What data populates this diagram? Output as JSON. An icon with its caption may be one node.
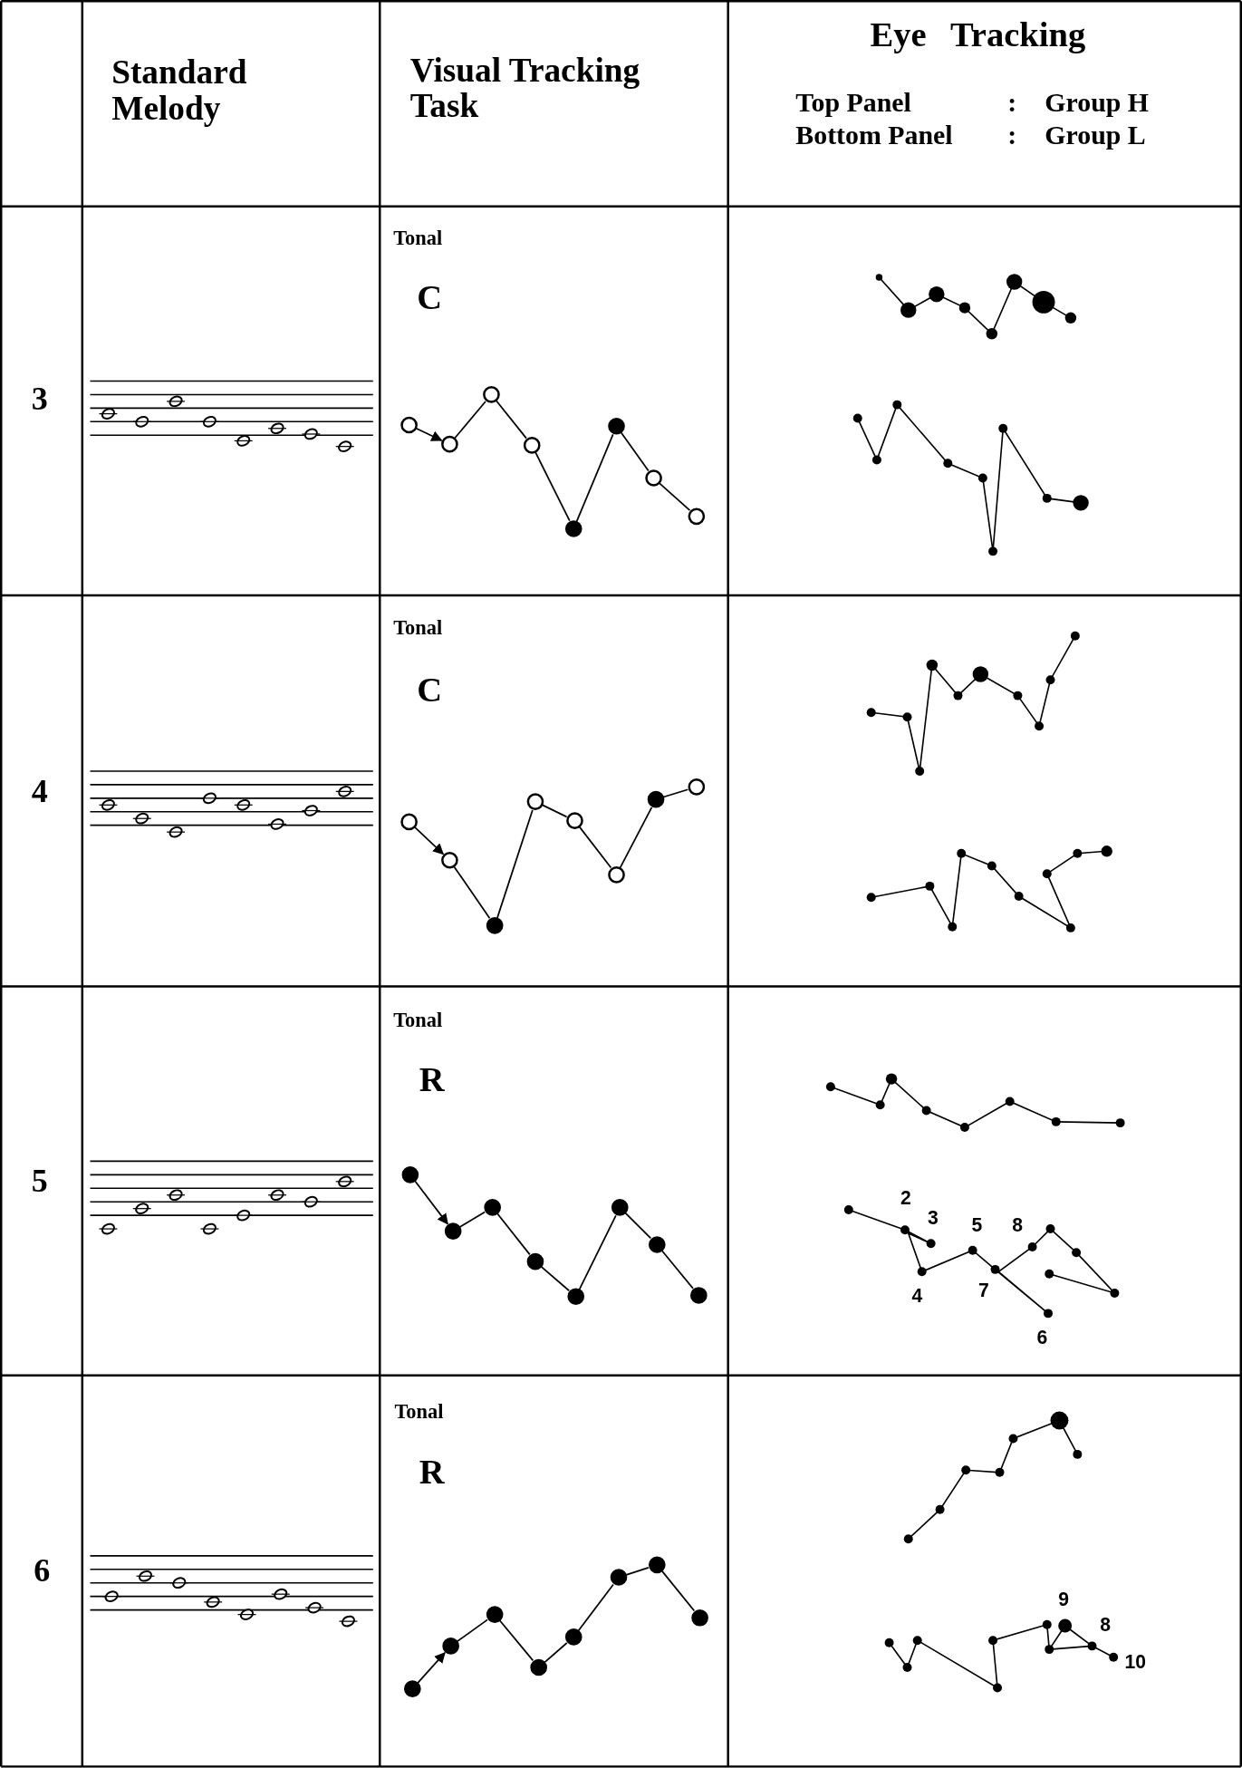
{
  "diagram": {
    "labels": [
      "Standard Melody",
      "Visual Tracking Task",
      "Eye Tracking",
      "Top Panel",
      ":",
      "Group H",
      "Bottom Panel",
      ":",
      "Group L",
      "3",
      "Tonal",
      "C",
      "4",
      "Tonal",
      "C",
      "5",
      "Tonal",
      "R",
      "2",
      "3",
      "5",
      "8",
      "7",
      "4",
      "6",
      "6",
      "Tonal",
      "R",
      "9",
      "8",
      "10"
    ]
  }
}
